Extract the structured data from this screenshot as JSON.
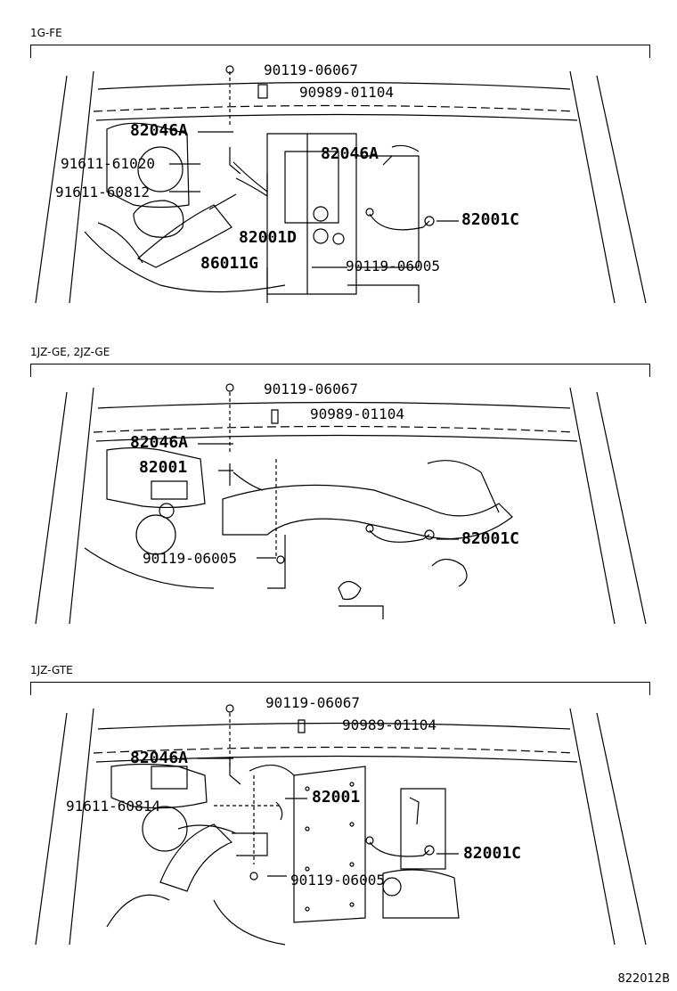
{
  "panels": [
    {
      "title": "1G-FE",
      "labels": {
        "p1": "90119-06067",
        "p2": "90989-01104",
        "p3": "82046A",
        "p4": "91611-61020",
        "p5": "82046A",
        "p6": "91611-60812",
        "p7": "82001C",
        "p8": "82001D",
        "p9": "86011G",
        "p10": "90119-06005"
      }
    },
    {
      "title": "1JZ-GE, 2JZ-GE",
      "labels": {
        "p1": "90119-06067",
        "p2": "90989-01104",
        "p3": "82046A",
        "p4": "82001",
        "p5": "82001C",
        "p6": "90119-06005"
      }
    },
    {
      "title": "1JZ-GTE",
      "labels": {
        "p1": "90119-06067",
        "p2": "90989-01104",
        "p3": "82046A",
        "p4": "91611-60814",
        "p5": "82001",
        "p6": "82001C",
        "p7": "90119-06005"
      }
    }
  ],
  "diagram_id": "822012B"
}
